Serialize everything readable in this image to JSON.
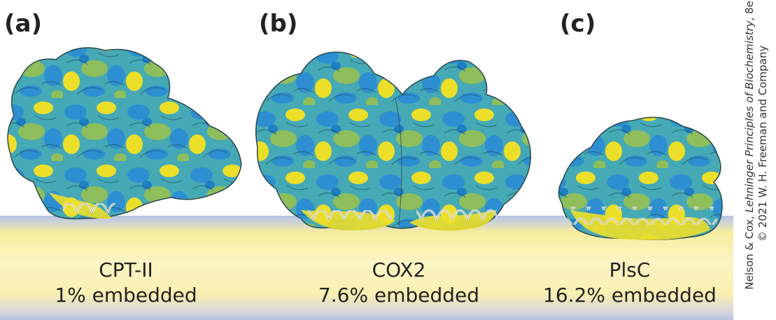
{
  "panels": [
    {
      "letter": "(a)",
      "name": "CPT-II",
      "embedded": "1% embedded"
    },
    {
      "letter": "(b)",
      "name": "COX2",
      "embedded": "7.6% embedded"
    },
    {
      "letter": "(c)",
      "name": "PlsC",
      "embedded": "16.2% embedded"
    }
  ],
  "credit": {
    "line1_prefix": "Nelson & Cox, ",
    "line1_title": "Lehninger Principles of Biochemistry",
    "line1_suffix": ", 8e,",
    "line2": "© 2021 W. H. Freeman and Company"
  },
  "colors": {
    "blue": "#2d8fd1",
    "teal": "#3aa9b0",
    "green": "#8fbf5c",
    "yellow": "#ecdf2a",
    "membrane_yellow": "#f8efb0",
    "membrane_edge": "#b7c4e3"
  }
}
